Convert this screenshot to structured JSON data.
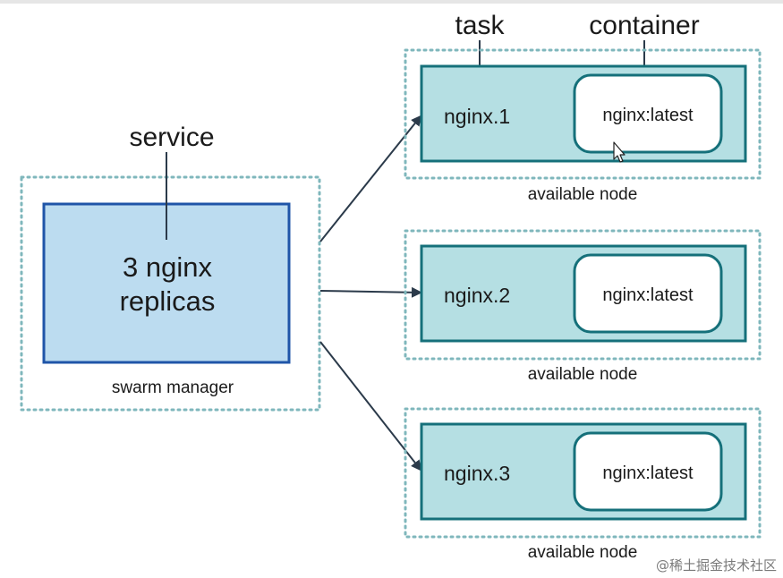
{
  "labels": {
    "service": "service",
    "task": "task",
    "container": "container"
  },
  "manager": {
    "line1": "3 nginx",
    "line2": "replicas",
    "caption": "swarm manager"
  },
  "nodes": [
    {
      "task_label": "nginx.1",
      "container_label": "nginx:latest",
      "caption": "available node"
    },
    {
      "task_label": "nginx.2",
      "container_label": "nginx:latest",
      "caption": "available node"
    },
    {
      "task_label": "nginx.3",
      "container_label": "nginx:latest",
      "caption": "available node"
    }
  ],
  "watermark": "@稀土掘金技术社区",
  "colors": {
    "manager_fill": "#bcdcf0",
    "manager_stroke": "#1f55a8",
    "node_fill": "#b5dfe3",
    "node_stroke": "#15707a",
    "dotted_border": "#7fb7bc",
    "arrow": "#2b3a4a"
  },
  "icons": {
    "cursor": "mouse-pointer-icon"
  }
}
